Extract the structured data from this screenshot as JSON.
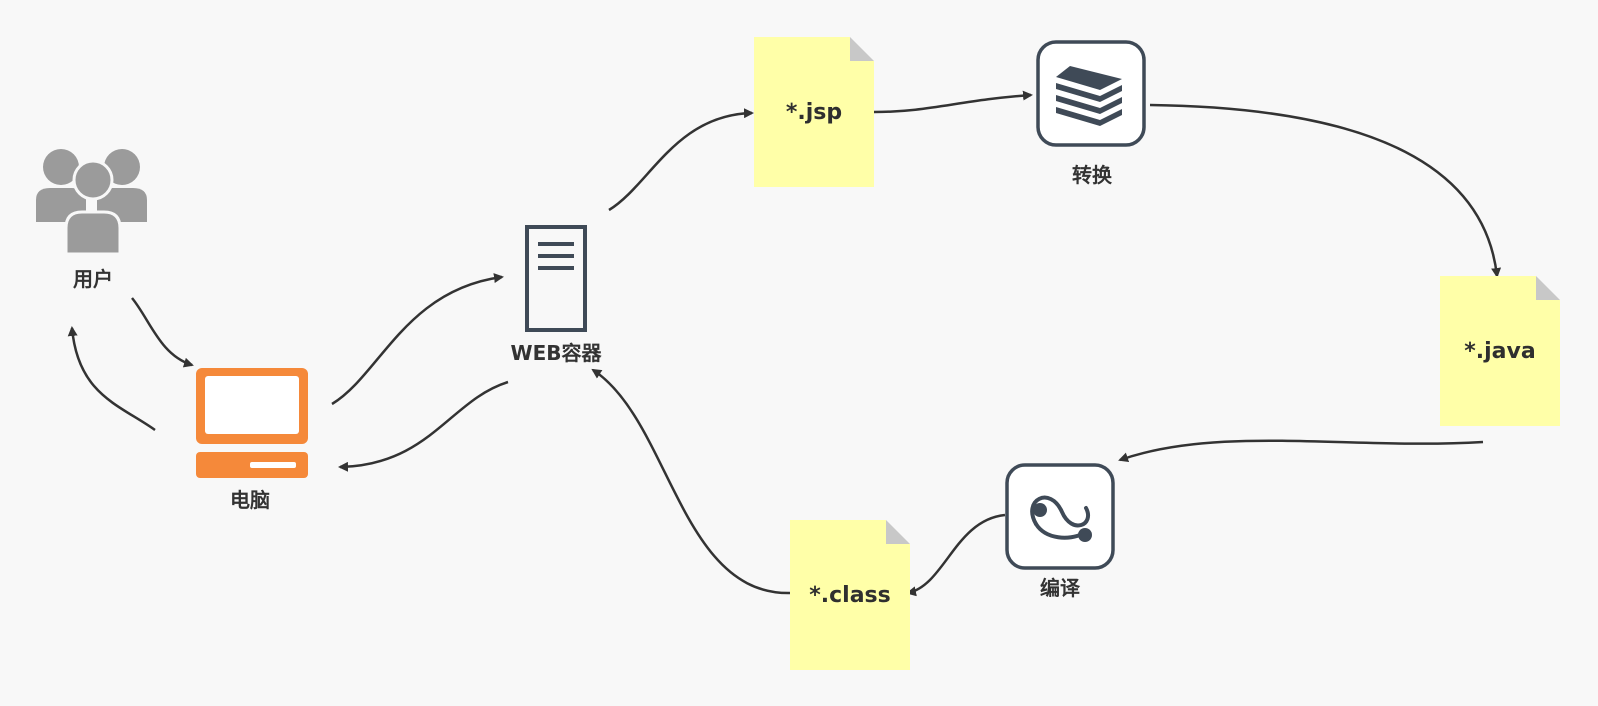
{
  "nodes": {
    "users": {
      "label": "用户",
      "icon": "users-icon"
    },
    "computer": {
      "label": "电脑",
      "icon": "computer-icon"
    },
    "web_container": {
      "label": "WEB容器",
      "icon": "server-icon"
    },
    "jsp": {
      "label": "*.jsp"
    },
    "convert": {
      "label": "转换",
      "icon": "layers-icon"
    },
    "java": {
      "label": "*.java"
    },
    "compile": {
      "label": "编译",
      "icon": "compile-icon"
    },
    "class": {
      "label": "*.class"
    }
  },
  "colors": {
    "note": "#ffffa8",
    "edge": "#333333",
    "computer": "#f5893a",
    "users": "#9b9b9b",
    "icon_stroke": "#3f4a57"
  }
}
